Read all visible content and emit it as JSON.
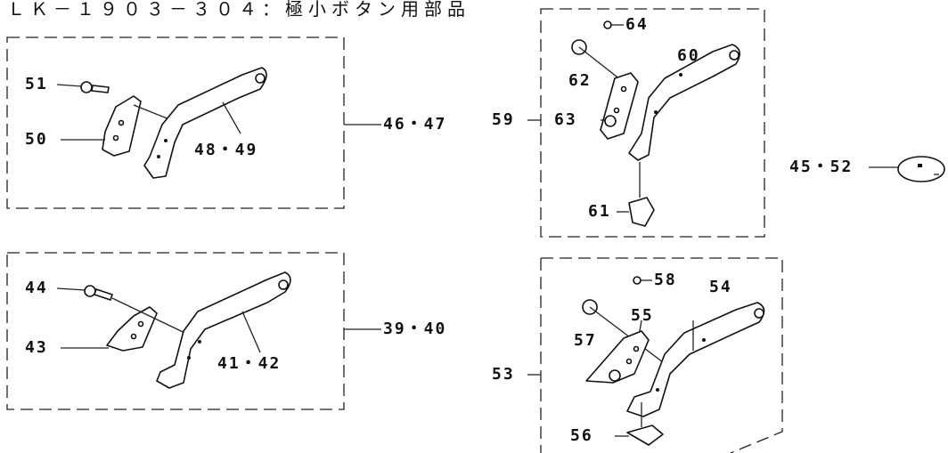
{
  "title": "ＬＫ－１９０３－３０４：極小ボタン用部品",
  "groups": {
    "g1": {
      "label": "46・47",
      "parts": {
        "a": "51",
        "b": "50",
        "c": "48・49"
      }
    },
    "g2": {
      "label": "39・40",
      "parts": {
        "a": "44",
        "b": "43",
        "c": "41・42"
      }
    },
    "g3": {
      "label": "59",
      "parts": {
        "a": "64",
        "b": "62",
        "c": "60",
        "d": "63",
        "e": "61"
      }
    },
    "g4": {
      "label": "53",
      "parts": {
        "a": "58",
        "b": "54",
        "c": "55",
        "d": "57",
        "e": "56"
      }
    },
    "g5": {
      "label": "45・52"
    }
  }
}
